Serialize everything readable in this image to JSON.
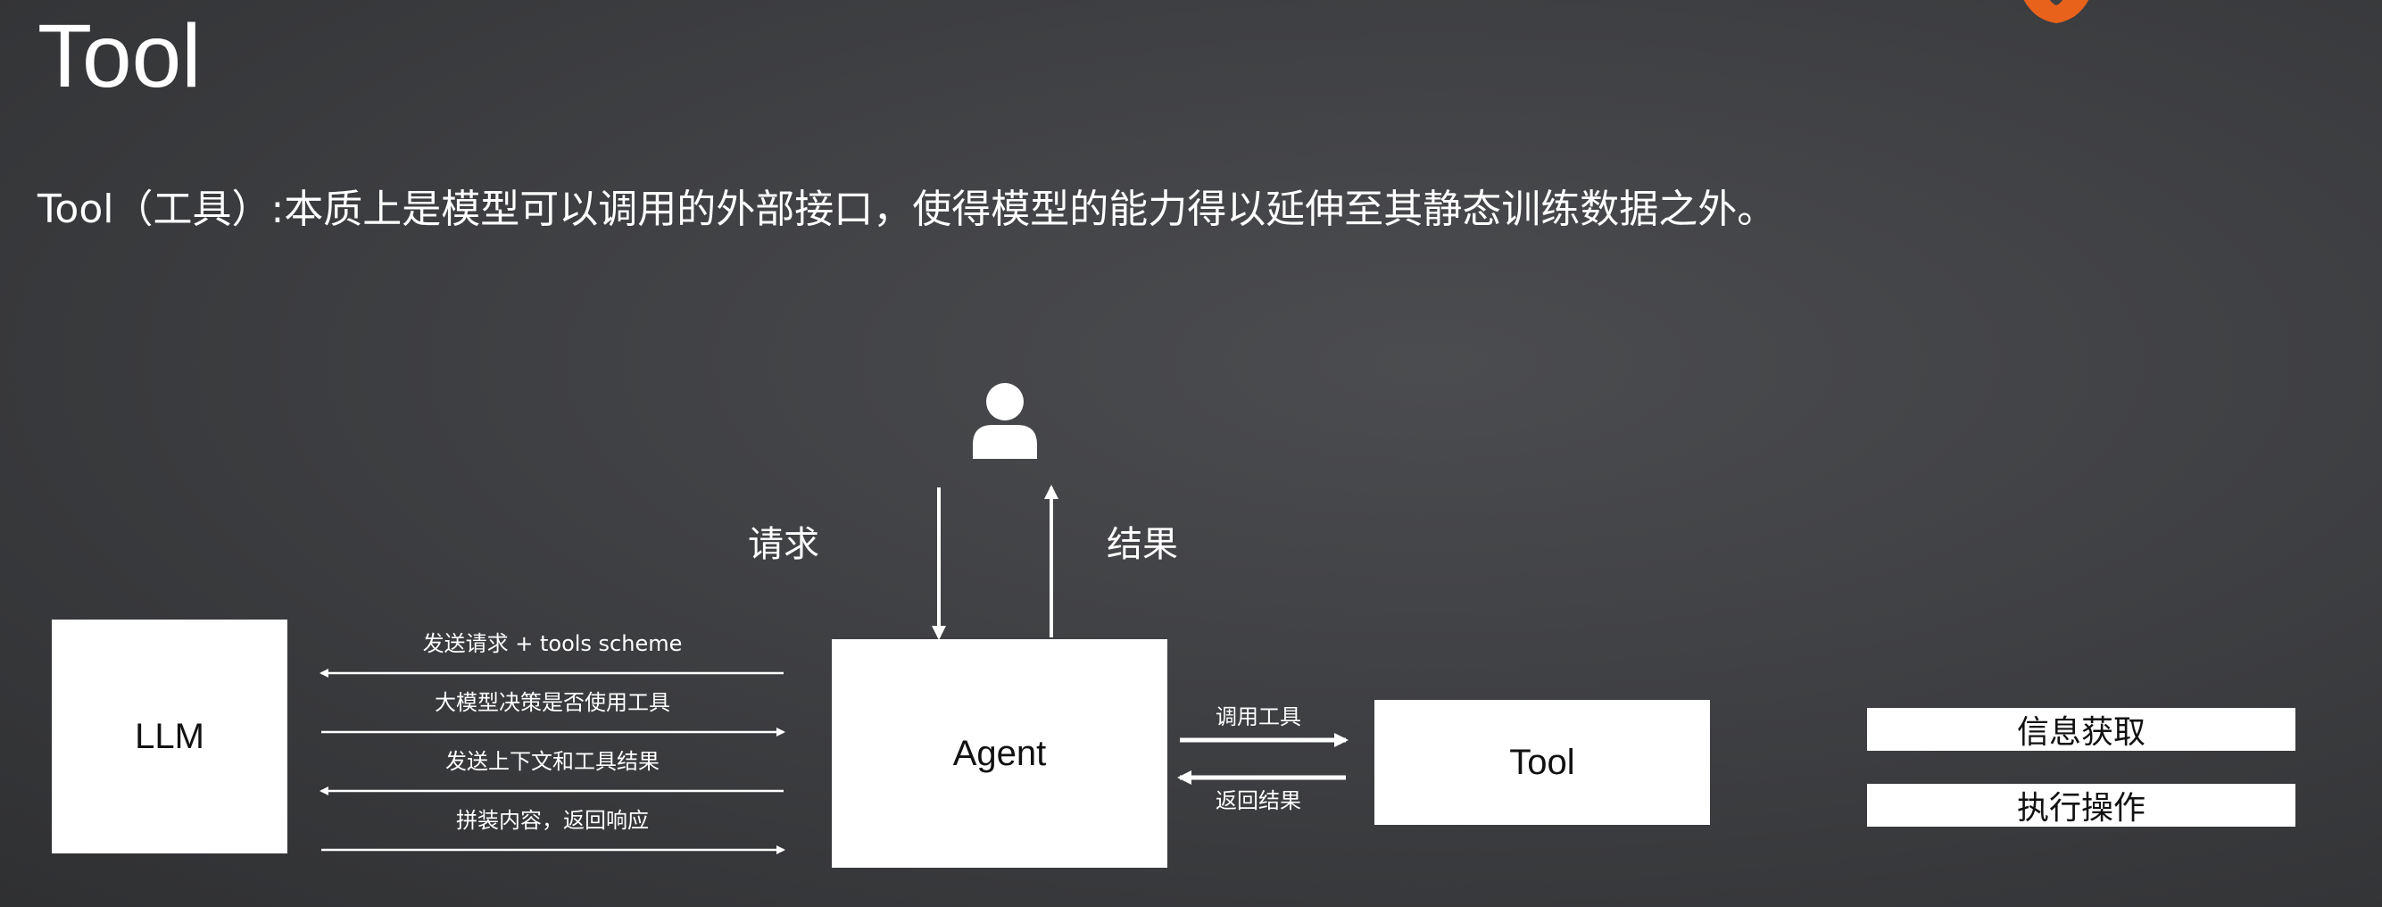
{
  "header": {
    "title": "Tool",
    "subtitle": "Tool（工具）:本质上是模型可以调用的外部接口，使得模型的能力得以延伸至其静态训练数据之外。"
  },
  "diagram": {
    "llm_label": "LLM",
    "agent_label": "Agent",
    "tool_label": "Tool",
    "request_label": "请求",
    "result_label": "结果",
    "llm_arrows": [
      {
        "text": "发送请求 + tools scheme",
        "direction": "left"
      },
      {
        "text": "大模型决策是否使用工具",
        "direction": "right"
      },
      {
        "text": "发送上下文和工具结果",
        "direction": "left"
      },
      {
        "text": "拼装内容，返回响应",
        "direction": "right"
      }
    ],
    "call_tool_label": "调用工具",
    "return_result_label": "返回结果",
    "capabilities": [
      "信息获取",
      "执行操作"
    ]
  },
  "icons": {
    "user": "user-icon",
    "logo": "brand-logo-icon"
  },
  "colors": {
    "background": "#3f4043",
    "foreground": "#ffffff",
    "logo_accent": "#e8621c"
  }
}
